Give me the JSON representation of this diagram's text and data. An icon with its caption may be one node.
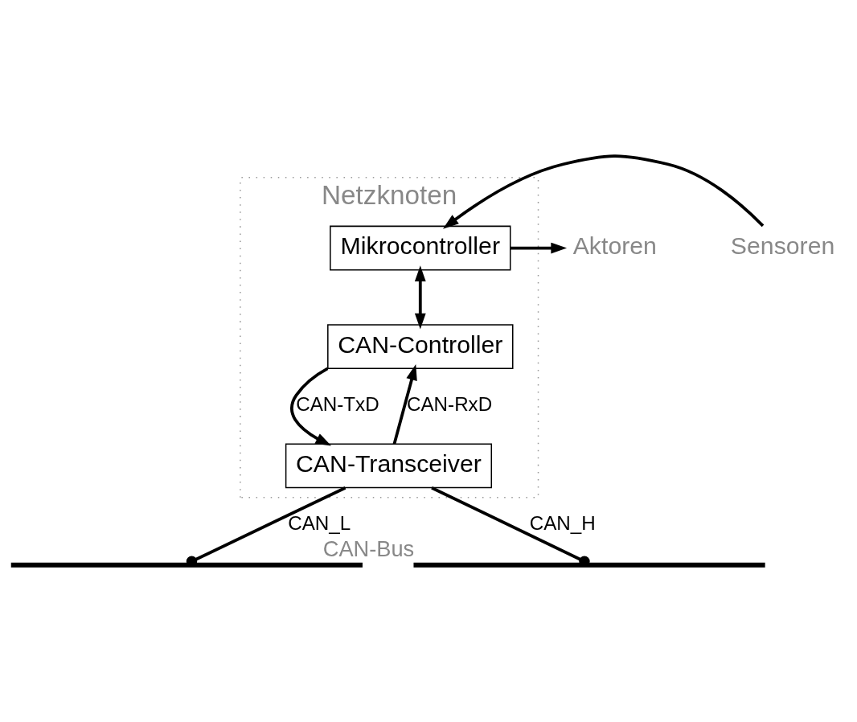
{
  "diagram": {
    "nodes": [
      {
        "text": [
          "Netzknoten"
        ]
      },
      {
        "text": [
          "Mikrocontroller"
        ],
        "in": 0
      },
      {
        "text": [
          "CAN-Controller"
        ],
        "in": 0
      },
      {
        "text": [
          "CAN-Transceiver"
        ],
        "in": 0
      },
      {
        "text": [
          "Aktoren"
        ]
      },
      {
        "text": [
          "Sensoren"
        ]
      },
      {
        "text": [],
        "shape": "line"
      },
      {
        "text": [],
        "shape": "line",
        "beside": [
          "CAN-Bus"
        ]
      }
    ],
    "edges": [
      {
        "from": 1,
        "to": 4,
        "arrow": "to"
      },
      {
        "from": 5,
        "to": 1,
        "arrow": "to"
      },
      {
        "from": 1,
        "to": 2,
        "arrow": "both"
      },
      {
        "from": 2,
        "to": 3,
        "arrow": "to",
        "label": "CAN-TxD"
      },
      {
        "from": 3,
        "to": 2,
        "arrow": "to",
        "label": "CAN-RxD"
      },
      {
        "from": 3,
        "to": 7,
        "arrow": "other",
        "label": "CAN_H"
      },
      {
        "from": 3,
        "to": 6,
        "arrow": "other",
        "label": "CAN_L"
      }
    ]
  }
}
